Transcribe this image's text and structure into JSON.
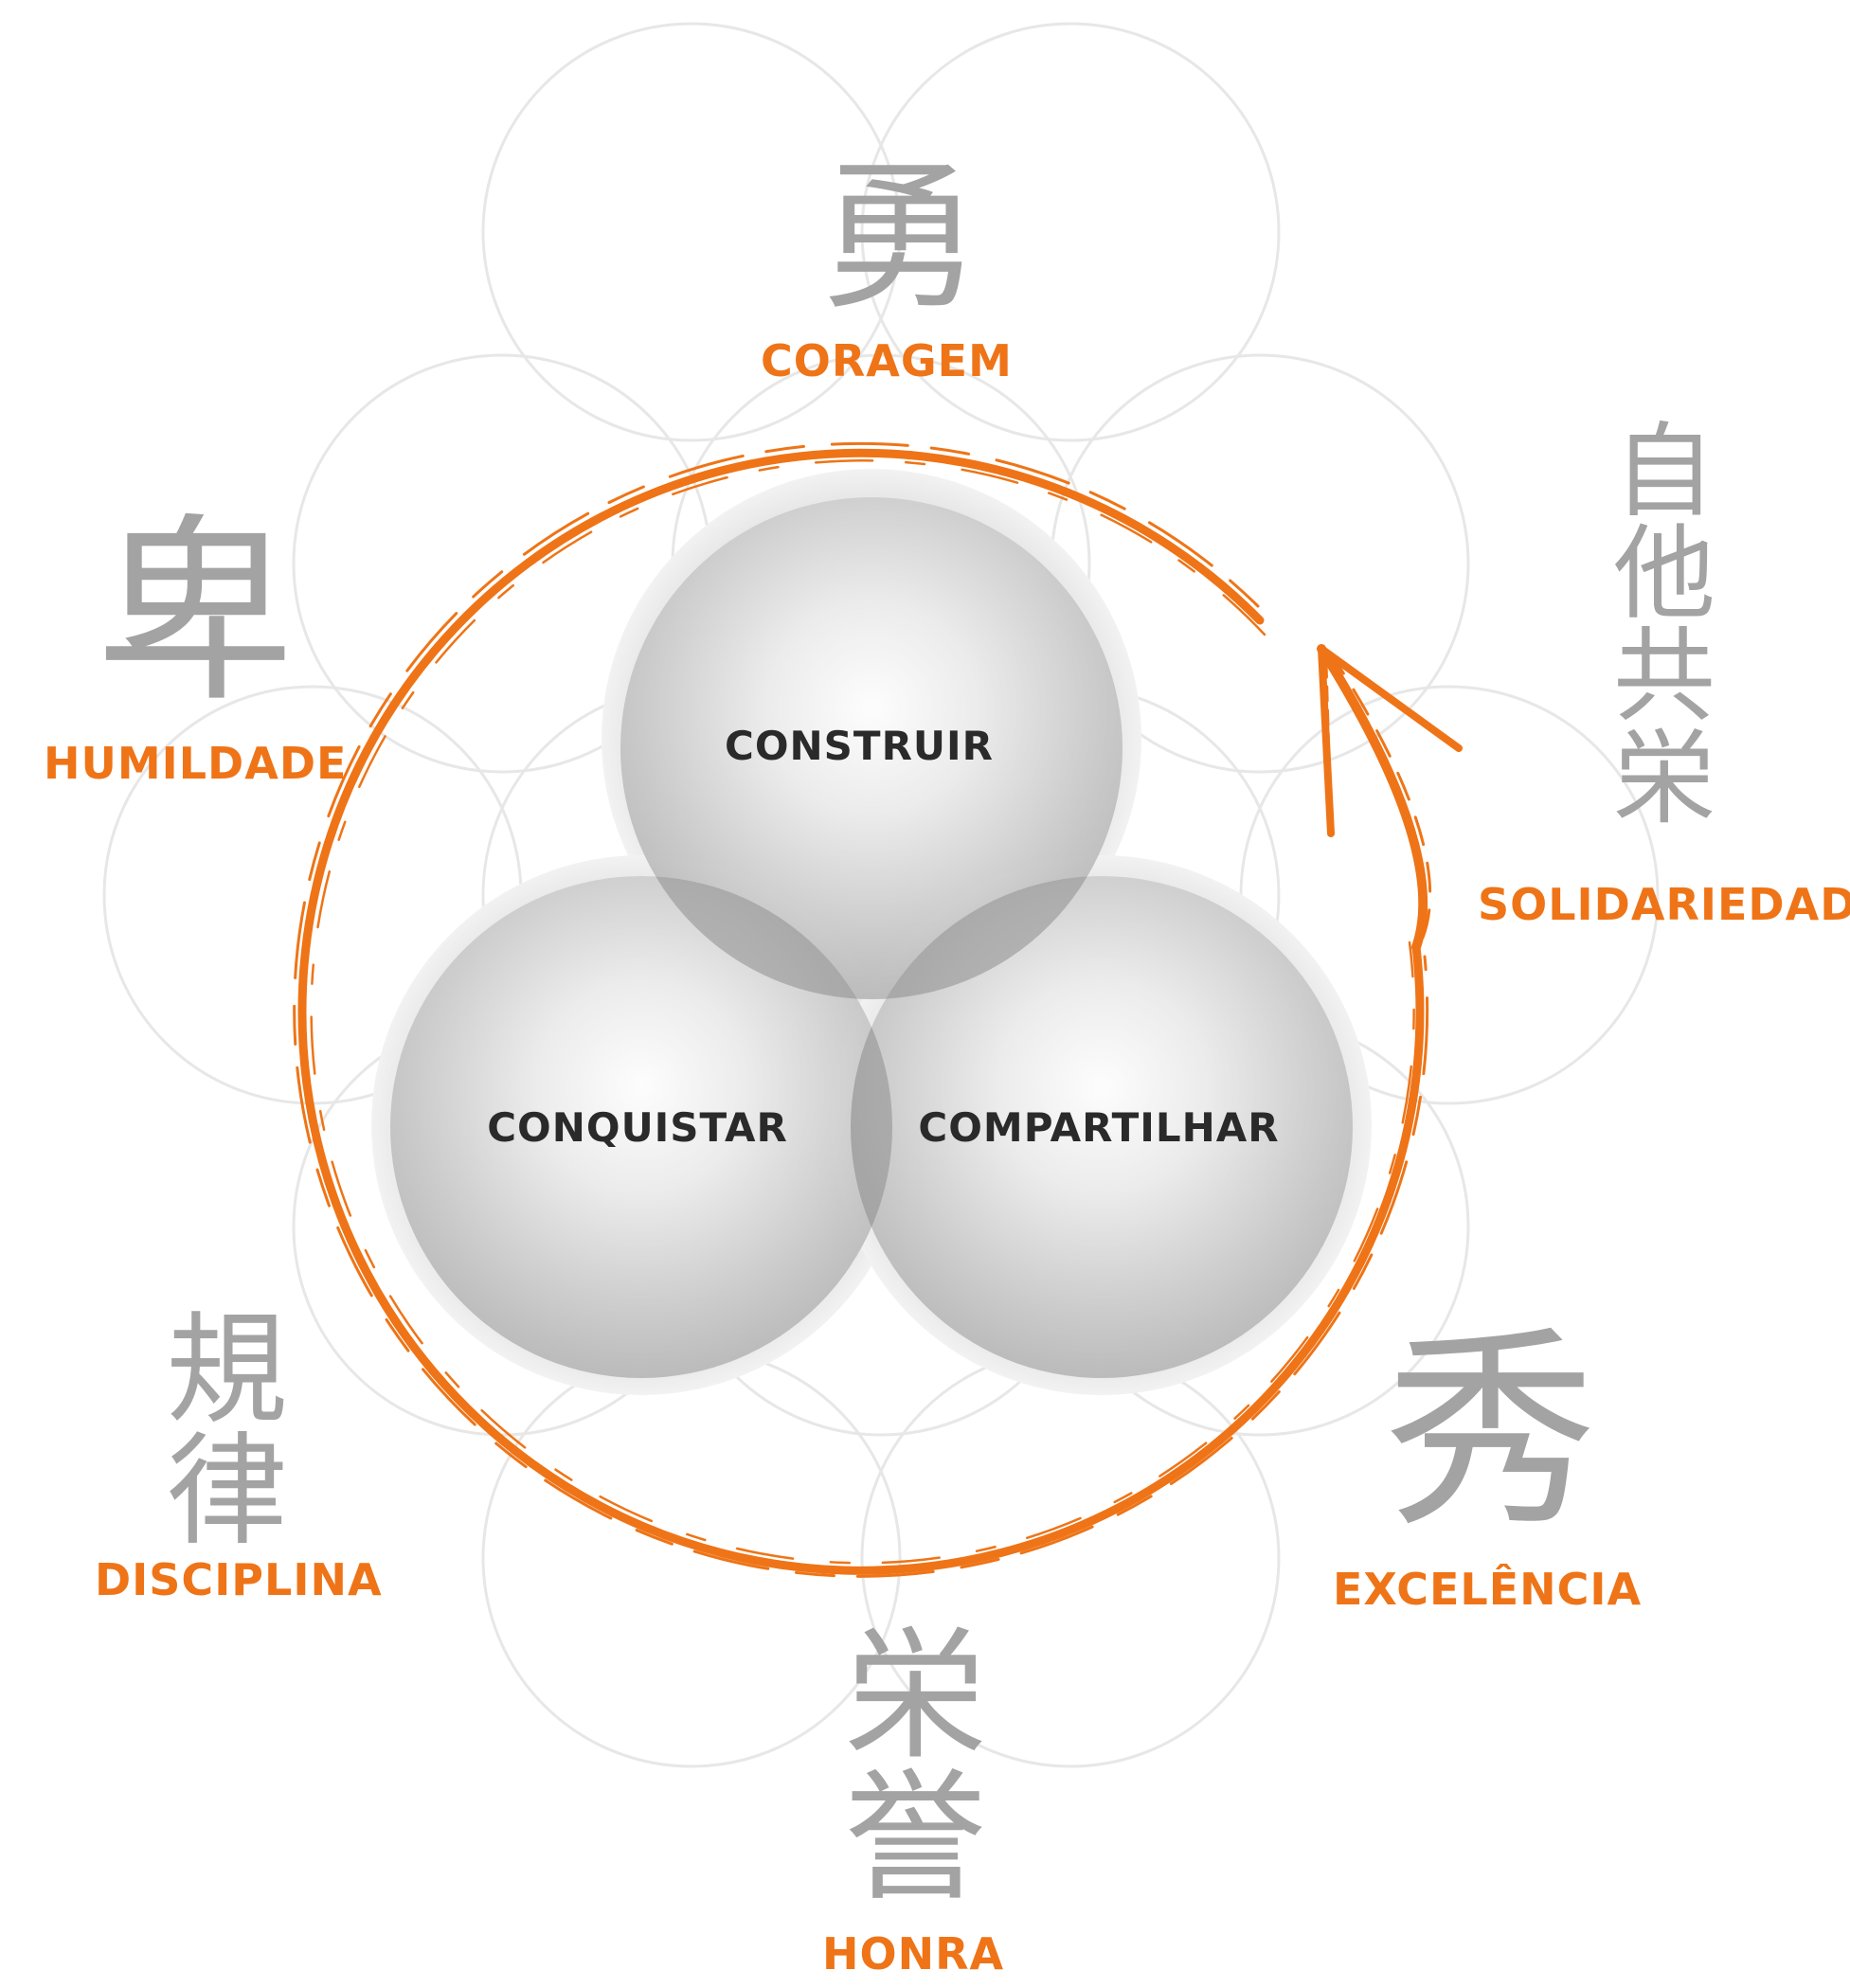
{
  "colors": {
    "accent": "#ee7417",
    "kanji": "#a3a3a3",
    "sphere_text": "#2a2a2a"
  },
  "spheres": {
    "top": "CONSTRUIR",
    "left": "CONQUISTAR",
    "right": "COMPARTILHAR"
  },
  "values": {
    "courage": {
      "kanji": "勇",
      "label": "CORAGEM"
    },
    "humility": {
      "kanji": "卑",
      "label": "HUMILDADE"
    },
    "solidarity": {
      "kanji": "自他共栄",
      "label": "SOLIDARIEDADE"
    },
    "discipline": {
      "kanji": "規律",
      "label": "DISCIPLINA"
    },
    "excellence": {
      "kanji": "秀",
      "label": "EXCELÊNCIA"
    },
    "honor": {
      "kanji": "栄誉",
      "label": "HONRA"
    }
  }
}
